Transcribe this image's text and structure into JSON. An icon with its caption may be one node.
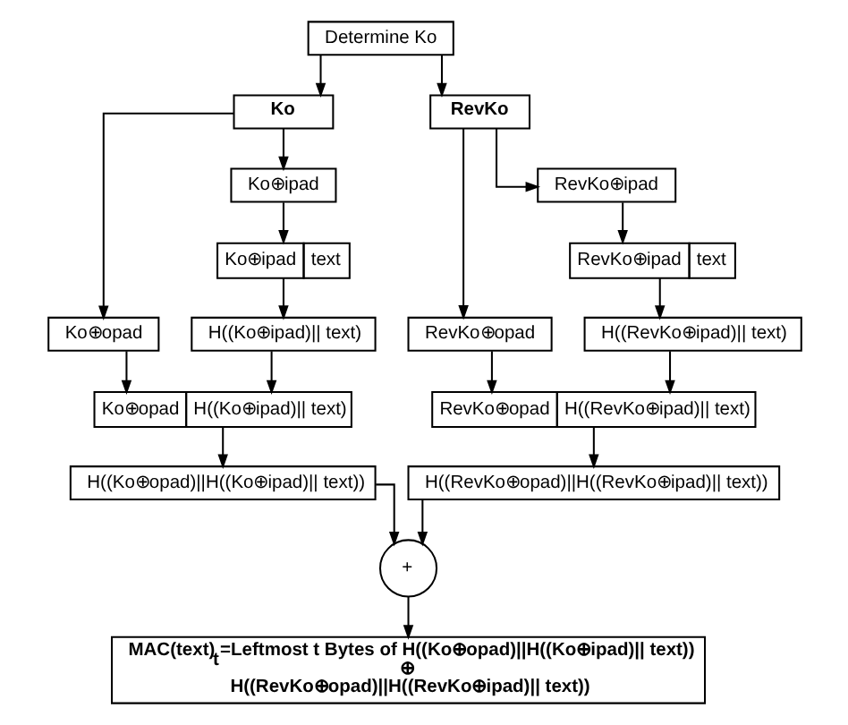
{
  "diagram": {
    "nodes": [
      {
        "text": [
          "Determine Ko"
        ]
      },
      {
        "text": [
          "Ko"
        ]
      },
      {
        "text": [
          "Ko⊕ipad"
        ]
      },
      {
        "text": [
          "Ko⊕ipad",
          "text"
        ]
      },
      {
        "text": [
          "H((Ko⊕ipad)|| text)"
        ]
      },
      {
        "text": [
          "Ko⊕opad"
        ]
      },
      {
        "text": [
          "Ko⊕opad",
          "H((Ko⊕ipad)|| text)"
        ]
      },
      {
        "text": [
          "H((Ko⊕opad)||H((Ko⊕ipad)|| text))"
        ]
      },
      {
        "text": [
          "RevKo"
        ]
      },
      {
        "text": [
          "RevKo⊕ipad"
        ]
      },
      {
        "text": [
          "RevKo⊕ipad",
          "text"
        ]
      },
      {
        "text": [
          "H((RevKo⊕ipad)|| text)"
        ]
      },
      {
        "text": [
          "RevKo⊕opad"
        ]
      },
      {
        "text": [
          "RevKo⊕opad",
          "H((RevKo⊕ipad)|| text)"
        ]
      },
      {
        "text": [
          "H((RevKo⊕opad)||H((RevKo⊕ipad)|| text))"
        ]
      },
      {
        "text": [
          "+"
        ]
      },
      {
        "text": [
          "MAC(text)$_{t}$=Leftmost t Bytes of H((Ko⊕opad)||H((Ko⊕ipad)|| text))",
          "⊕",
          "H((RevKo⊕opad)||H((RevKo⊕ipad)|| text))"
        ]
      }
    ],
    "edges": [
      {
        "from": 0,
        "to": 1,
        "arrow": "to"
      },
      {
        "from": 0,
        "to": 8,
        "arrow": "to"
      },
      {
        "from": 1,
        "to": 2,
        "arrow": "to"
      },
      {
        "from": 2,
        "to": 3,
        "arrow": "to"
      },
      {
        "from": 3,
        "to": 4,
        "arrow": "to"
      },
      {
        "from": 1,
        "to": 5,
        "arrow": "to"
      },
      {
        "from": 5,
        "to": 6,
        "arrow": "to"
      },
      {
        "from": 4,
        "to": 6,
        "arrow": "to"
      },
      {
        "from": 6,
        "to": 7,
        "arrow": "to"
      },
      {
        "from": 7,
        "to": 15,
        "arrow": "to"
      },
      {
        "from": 8,
        "to": 9,
        "arrow": "to"
      },
      {
        "from": 9,
        "to": 10,
        "arrow": "to"
      },
      {
        "from": 10,
        "to": 11,
        "arrow": "to"
      },
      {
        "from": 8,
        "to": 12,
        "arrow": "to"
      },
      {
        "from": 12,
        "to": 13,
        "arrow": "to"
      },
      {
        "from": 11,
        "to": 13,
        "arrow": "to"
      },
      {
        "from": 13,
        "to": 14,
        "arrow": "to"
      },
      {
        "from": 14,
        "to": 15,
        "arrow": "to"
      },
      {
        "from": 15,
        "to": 16,
        "arrow": "to"
      }
    ]
  }
}
